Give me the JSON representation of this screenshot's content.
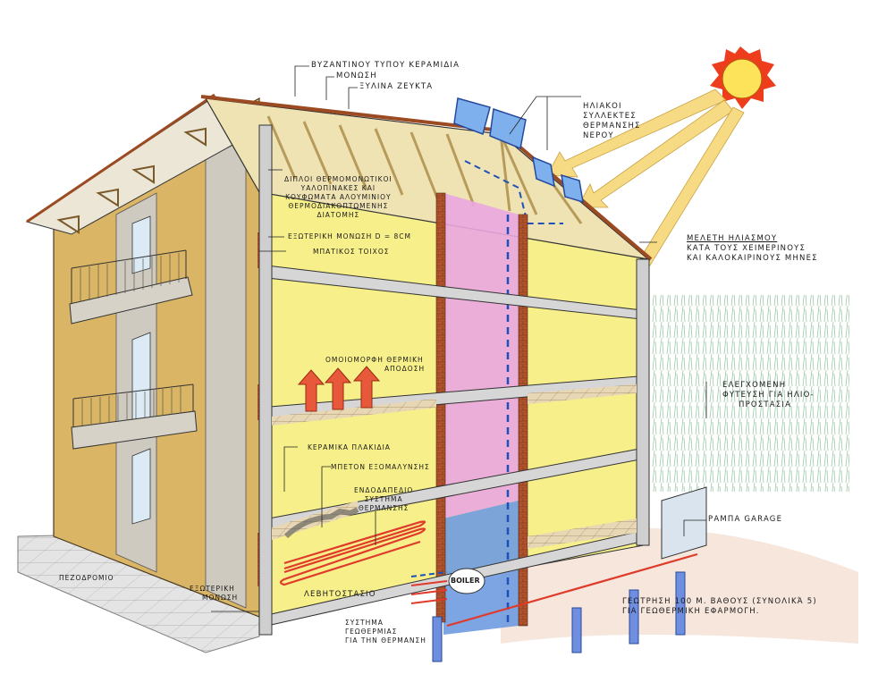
{
  "figure": {
    "title": "Bioclimatic house cross-section",
    "colors": {
      "wall_yellow": "#f6ef8a",
      "facade_ochre": "#d9b565",
      "stone_grey": "#cfcac0",
      "pink_room": "#e9a6e0",
      "blue_room": "#6f9be0",
      "brick": "#b2542e",
      "roof_tile": "#9b4a22",
      "solar_panel": "#7fb0ee",
      "sun_core": "#fde35a",
      "sun_rays": "#ee3d1c",
      "heating_pipe": "#e03a2a",
      "ground_green": "#8cc79a"
    }
  },
  "labels": {
    "roof_tiles": "ΒΥΖΑΝΤΙΝΟΥ ΤΥΠΟΥ ΚΕΡΑΜΙΔΙΑ",
    "insulation": "ΜΟΝΩΣΗ",
    "wood_beams": "ΞΥΛΙΝΑ ΖΕΥΚΤΑ",
    "solar_collectors": [
      "ΗΛΙΑΚΟΙ",
      "ΣΥΛΛΕΚΤΕΣ",
      "ΘΕΡΜΑΝΣΗΣ",
      "ΝΕΡΟΥ"
    ],
    "windows": [
      "ΔΙΠΛΟΙ ΘΕΡΜΟΜΟΝΩΤΙΚΟΙ",
      "ΥΑΛΟΠΙΝΑΚΕΣ ΚΑΙ",
      "ΚΟΥΦΩΜΑΤΑ ΑΛΟΥΜΙΝΙΟΥ",
      "ΘΕΡΜΟΔΙΑΚΟΠΤΩΜΕΝΗΣ",
      "ΔΙΑΤΟΜΗΣ"
    ],
    "exterior_insulation": "ΕΞΩΤΕΡΙΚΗ ΜΟΝΩΣΗ d = 8cm",
    "brick_wall": "ΜΠΑΤΙΚΟΣ ΤΟΙΧΟΣ",
    "shading_study": [
      "ΜΕΛΕΤΗ ΗΛΙΑΣΜΟΥ",
      "ΚΑΤΑ ΤΟΥΣ ΧΕΙΜΕΡΙΝΟΥΣ",
      "ΚΑΙ ΚΑΛΟΚΑΙΡΙΝΟΥΣ ΜΗΝΕΣ"
    ],
    "uniform_heat": [
      "ΟΜΟΙΟΜΟΡΦΗ ΘΕΡΜΙΚΗ",
      "ΑΠΟΔΟΣΗ"
    ],
    "planting": [
      "ΕΛΕΓΧΟΜΕΝΗ",
      "ΦΥΤΕΥΣΗ ΓΙΑ ΗΛΙΟ-",
      "ΠΡΟΣΤΑΣΙΑ"
    ],
    "ceramic_tiles": "ΚΕΡΑΜΙΚΑ ΠΛΑΚΙΔΙΑ",
    "screed": "ΜΠΕΤΟΝ ΕΞΟΜΑΛΥΝΣΗΣ",
    "underfloor": [
      "ΕΝΔΟΔΑΠΕΔΙΟ",
      "ΣΥΣΤΗΜΑ",
      "ΘΕΡΜΑΝΣΗΣ"
    ],
    "garage_ramp": "ΡΑΜΠΑ GARAGE",
    "sidewalk": "ΠΕΖΟΔΡΟΜΙΟ",
    "exterior_insulation_base": [
      "ΕΞΩΤΕΡΙΚΗ",
      "ΜΟΝΩΣΗ"
    ],
    "boiler_room": "ΛΕΒΗΤΟΣΤΑΣΙΟ",
    "boiler": "BOILER",
    "geothermal_system": [
      "ΣΥΣΤΗΜΑ",
      "ΓΕΩΘΕΡΜΙΑΣ",
      "ΓΙΑ ΤΗΝ ΘΕΡΜΑΝΣΗ"
    ],
    "drilling": [
      "ΓΕΩΤΡΗΣΗ 100 Μ. ΒΑΘΟΥΣ (Συνολικά 5)",
      "ΓΙΑ ΓΕΩΘΕΡΜΙΚΗ ΕΦΑΡΜΟΓΗ."
    ]
  }
}
